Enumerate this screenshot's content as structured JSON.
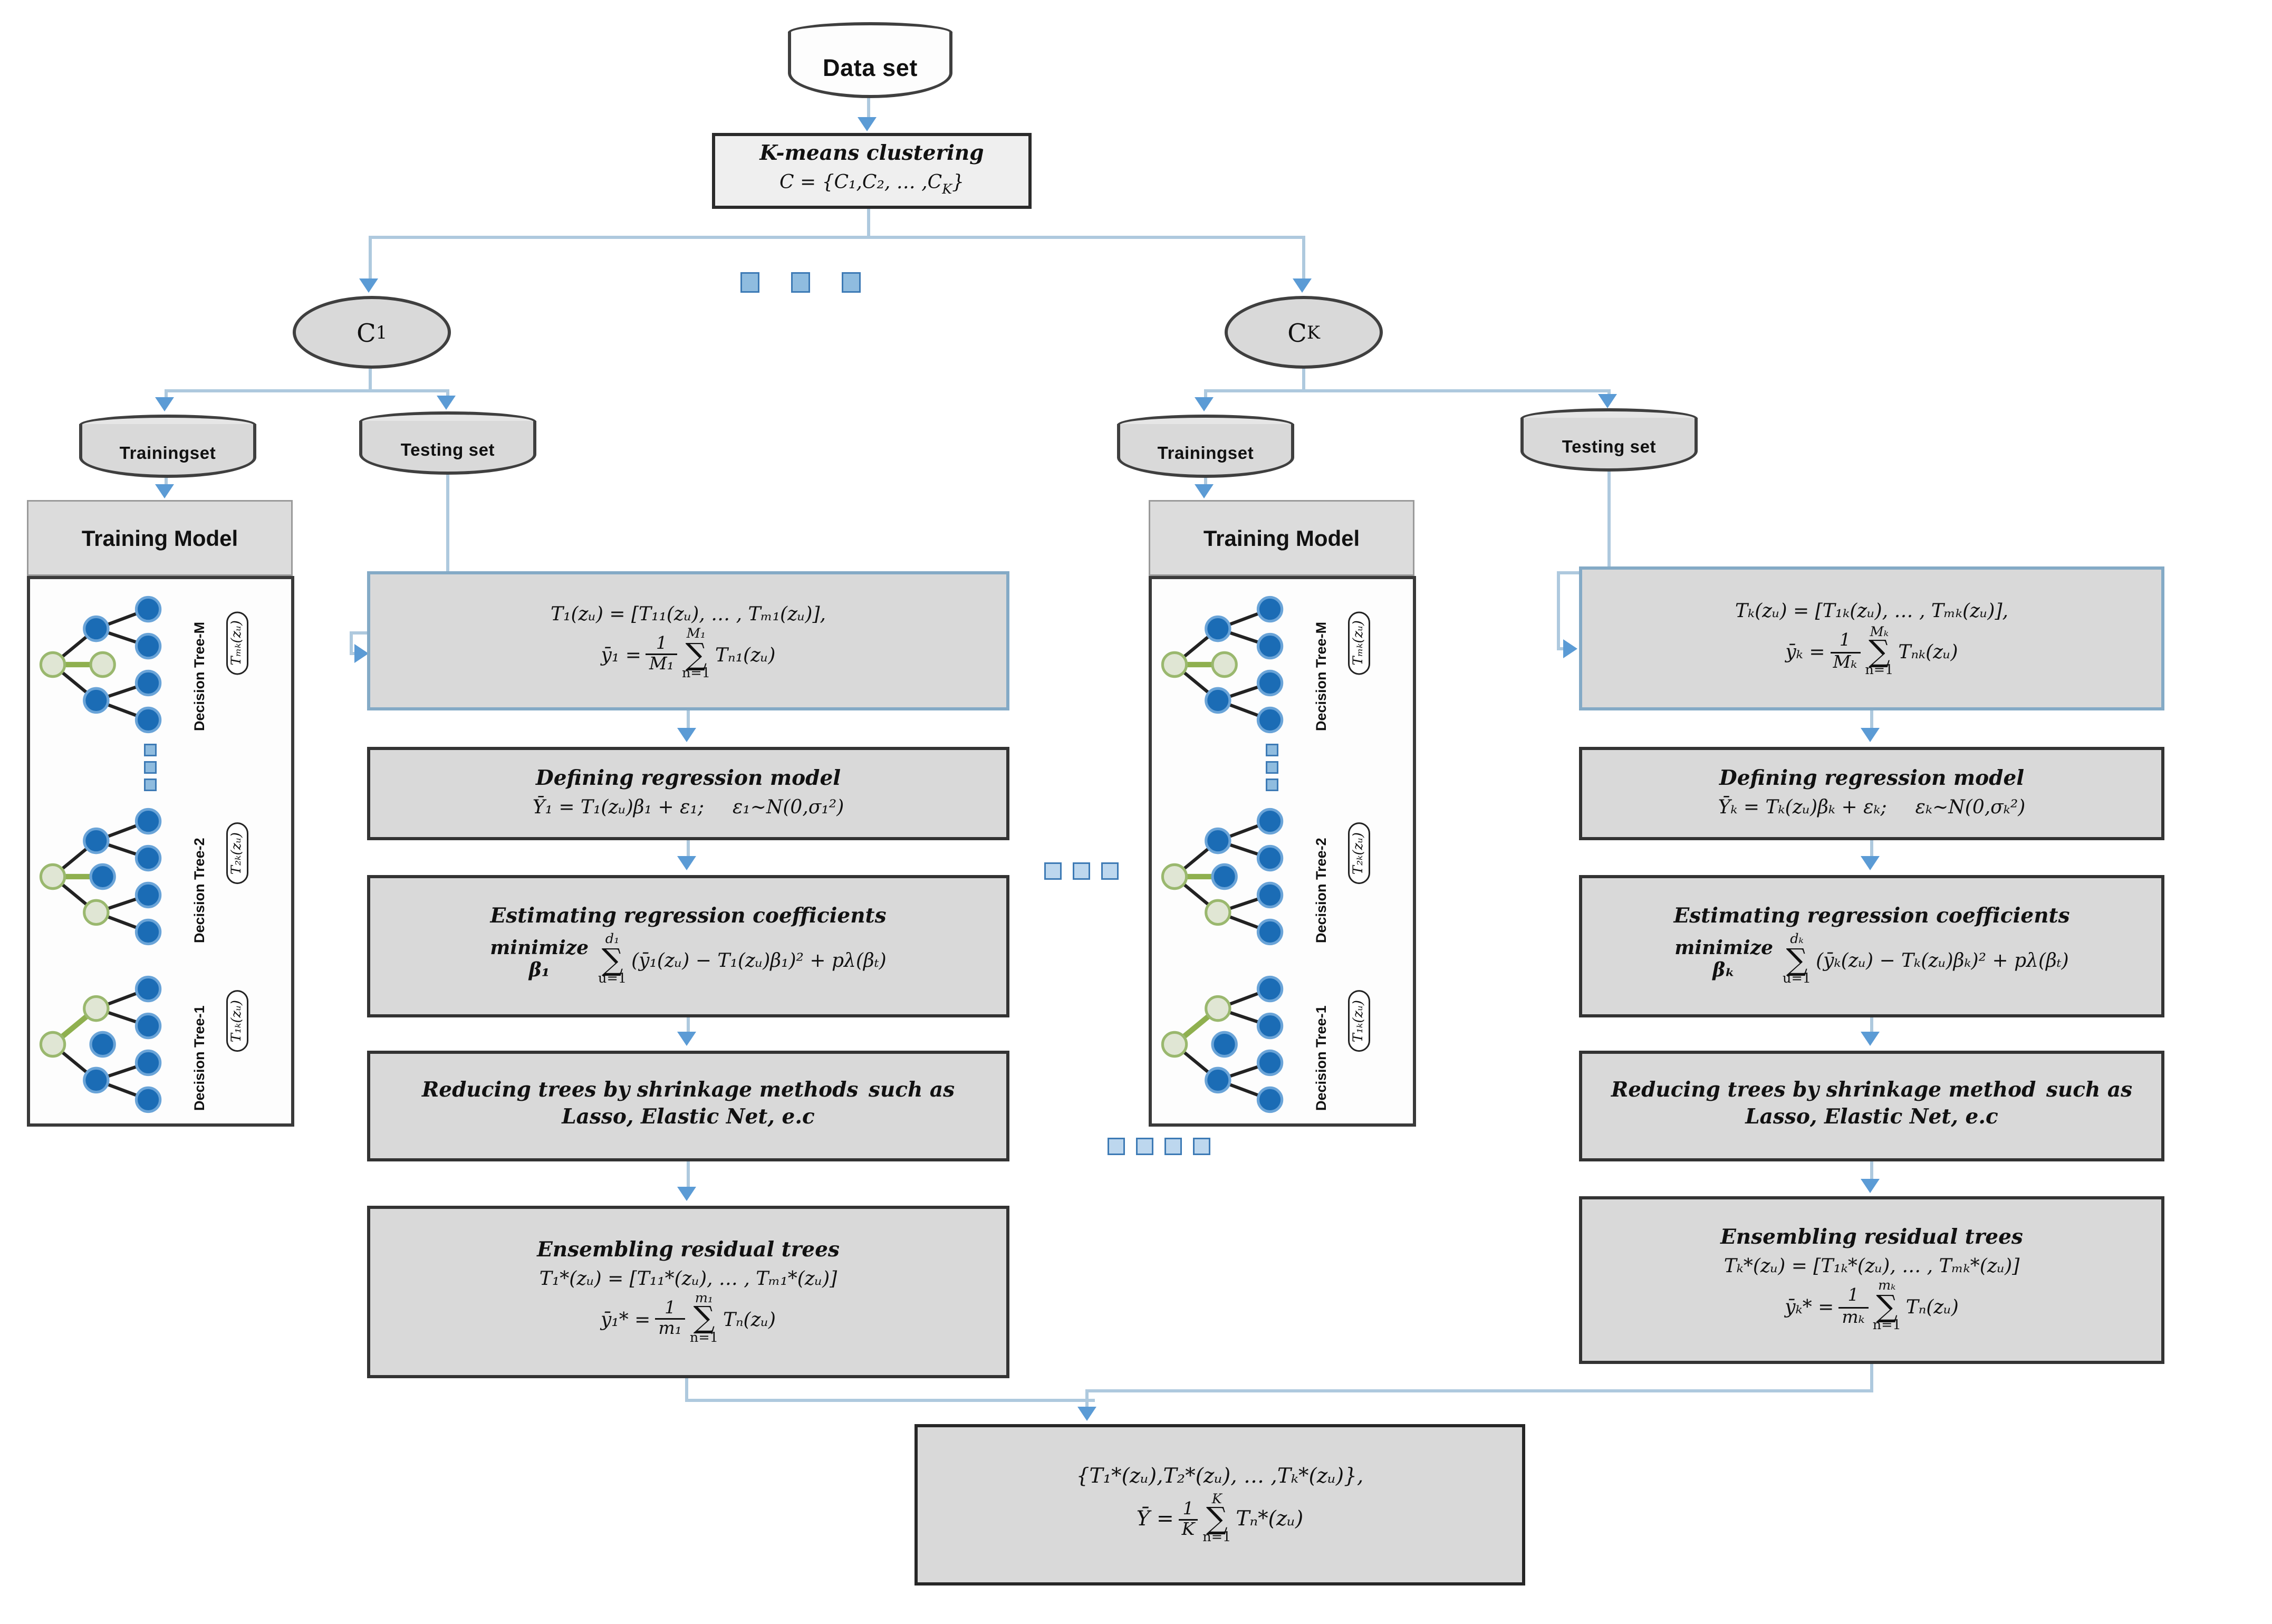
{
  "top": {
    "dataset_label": "Data set",
    "kmeans_title": "K-means clustering",
    "kmeans_set_main": "C = {C₁,C₂, … ,C",
    "kmeans_set_sub": "K",
    "kmeans_set_post": "}"
  },
  "cluster_c1": {
    "main": "C",
    "sub": "1"
  },
  "cluster_ck": {
    "main": "C",
    "sub": "K"
  },
  "left": {
    "training_set_label": "Trainingset",
    "testing_set_label": "Testing set",
    "training_model_label": "Training Model",
    "trees": [
      {
        "name": "Decision Tree-M",
        "tag": "Tₘₖ(zᵤ)"
      },
      {
        "name": "Decision Tree-2",
        "tag": "T₂ₖ(zᵤ)"
      },
      {
        "name": "Decision Tree-1",
        "tag": "T₁ₖ(zᵤ)"
      }
    ],
    "box_ensemble_top": {
      "line1": "T₁(zᵤ) = [T₁₁(zᵤ), … , Tₘ₁(zᵤ)],",
      "lhs": "ȳ₁ =",
      "frac_num": "1",
      "frac_den": "M₁",
      "sum_top": "M₁",
      "sum_bot": "n=1",
      "rhs": "Tₙ₁(zᵤ)"
    },
    "box_defining": {
      "title": "Defining regression model",
      "line": "Ȳ₁ = T₁(zᵤ)β₁ + ε₁;  ε₁~N(0,σ₁²)"
    },
    "box_estimating": {
      "title": "Estimating regression coefficients",
      "min_top": "minimize",
      "min_bot": "β₁",
      "sum_top": "d₁",
      "sum_bot": "u=1",
      "rhs": "(ȳ₁(zᵤ) − T₁(zᵤ)β₁)² + pλ(βₜ)"
    },
    "box_reducing": {
      "line1": "Reducing trees by shrinkage methods such as",
      "line2": "Lasso, Elastic Net, e.c"
    },
    "box_ensembling": {
      "title": "Ensembling residual trees",
      "line1": "T₁*(zᵤ) = [T₁₁*(zᵤ), … , Tₘ₁*(zᵤ)]",
      "lhs": "ȳ₁* =",
      "frac_num": "1",
      "frac_den": "m₁",
      "sum_top": "m₁",
      "sum_bot": "n=1",
      "rhs": "Tₙ(zᵤ)"
    }
  },
  "right": {
    "training_set_label": "Trainingset",
    "testing_set_label": "Testing set",
    "training_model_label": "Training Model",
    "trees": [
      {
        "name": "Decision Tree-M",
        "tag": "Tₘₖ(zᵤ)"
      },
      {
        "name": "Decision Tree-2",
        "tag": "T₂ₖ(zᵤ)"
      },
      {
        "name": "Decision Tree-1",
        "tag": "T₁ₖ(zᵤ)"
      }
    ],
    "box_ensemble_top": {
      "line1": "Tₖ(zᵤ) = [T₁ₖ(zᵤ), … , Tₘₖ(zᵤ)],",
      "lhs": "ȳₖ =",
      "frac_num": "1",
      "frac_den": "Mₖ",
      "sum_top": "Mₖ",
      "sum_bot": "n=1",
      "rhs": "Tₙₖ(zᵤ)"
    },
    "box_defining": {
      "title": "Defining regression model",
      "line": "Ȳₖ = Tₖ(zᵤ)βₖ + εₖ;  εₖ~N(0,σₖ²)"
    },
    "box_estimating": {
      "title": "Estimating regression coefficients",
      "min_top": "minimize",
      "min_bot": "βₖ",
      "sum_top": "dₖ",
      "sum_bot": "u=1",
      "rhs": "(ȳₖ(zᵤ) − Tₖ(zᵤ)βₖ)² + pλ(βₜ)"
    },
    "box_reducing": {
      "line1": "Reducing trees by shrinkage method such as",
      "line2": "Lasso, Elastic Net, e.c"
    },
    "box_ensembling": {
      "title": "Ensembling residual trees",
      "line1": "Tₖ*(zᵤ) = [T₁ₖ*(zᵤ), … , Tₘₖ*(zᵤ)]",
      "lhs": "ȳₖ* =",
      "frac_num": "1",
      "frac_den": "mₖ",
      "sum_top": "mₖ",
      "sum_bot": "n=1",
      "rhs": "Tₙ(zᵤ)"
    }
  },
  "final": {
    "line1": "{T₁*(zᵤ),T₂*(zᵤ), … ,Tₖ*(zᵤ)},",
    "lhs": "Ȳ =",
    "frac_num": "1",
    "frac_den": "K",
    "sum_top": "K",
    "sum_bot": "n=1",
    "rhs": "Tₙ*(zᵤ)"
  }
}
